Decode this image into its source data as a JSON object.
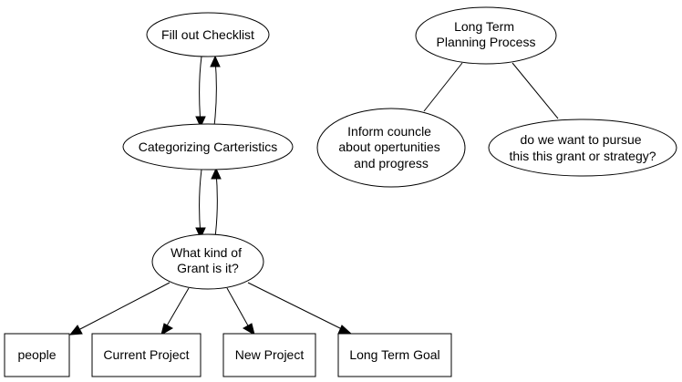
{
  "nodes": {
    "fill_checklist": [
      "Fill out Checklist"
    ],
    "categorizing": [
      "Categorizing Carteristics"
    ],
    "grant_kind": [
      "What kind of",
      "Grant is it?"
    ],
    "people": [
      "people"
    ],
    "current_project": [
      "Current Project"
    ],
    "new_project": [
      "New Project"
    ],
    "long_term_goal": [
      "Long Term Goal"
    ],
    "long_term_planning": [
      "Long Term",
      "Planning Process"
    ],
    "inform_council": [
      "Inform councle",
      "about opertunities",
      "and progress"
    ],
    "pursue_question": [
      "do we want to pursue",
      "this this grant or strategy?"
    ]
  }
}
